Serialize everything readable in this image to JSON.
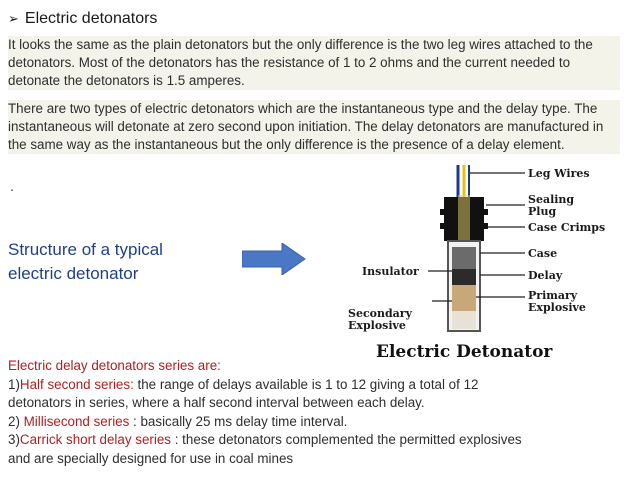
{
  "heading": {
    "bullet": "➢",
    "title": "Electric detonators"
  },
  "paragraphs": {
    "p1": "It looks the same as the plain detonators but the only difference is the two leg wires attached to the detonators. Most of the detonators has the resistance of 1 to 2 ohms and the current needed to detonate the detonators is 1.5 amperes.",
    "p2": "There are two types of electric detonators which are the instantaneous type and the delay type. The instantaneous will detonate at zero second upon initiation. The delay detonators are manufactured in the same way as the instantaneous but the only difference is the presence of a delay element."
  },
  "dot": ".",
  "structure": {
    "line1": "Structure of a typical",
    "line2": "electric detonator"
  },
  "diagram": {
    "labels": {
      "leg_wires": "Leg Wires",
      "sealing_plug_1": "Sealing",
      "sealing_plug_2": "Plug",
      "case_crimps": "Case Crimps",
      "case": "Case",
      "insulator": "Insulator",
      "delay": "Delay",
      "primary_1": "Primary",
      "primary_2": "Explosive",
      "secondary_1": "Secondary",
      "secondary_2": "Explosive"
    },
    "title": "Electric Detonator"
  },
  "series": {
    "intro": "Electric delay detonators series are:",
    "item1_num": "1)",
    "item1_red": "Half second series:",
    "item1_rest": " the range of delays available is 1 to 12 giving a total of 12",
    "item1_line2": "detonators in series, where a half second interval between each delay.",
    "item2_num": "2)",
    "item2_red": " Millisecond series",
    "item2_rest": " : basically 25 ms delay time interval.",
    "item3_num": "3)",
    "item3_red": "Carrick short delay series",
    "item3_rest": " : these detonators complemented the permitted explosives",
    "item3_line2": "and are specially designed for use in coal mines"
  },
  "colors": {
    "arrow": "#4a78c4",
    "structure_text": "#1f3f8a",
    "series_red": "#b01f1f"
  }
}
